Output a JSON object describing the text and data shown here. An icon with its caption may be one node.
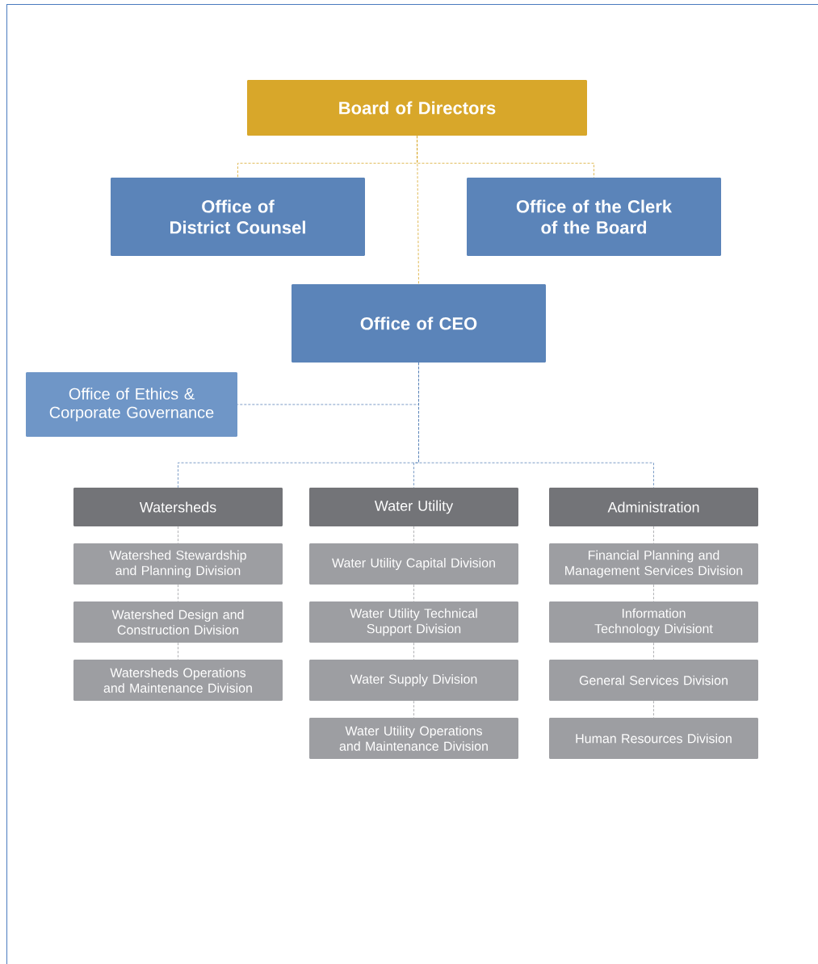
{
  "diagram": {
    "nodes": [
      {
        "text": [
          "Board of Directors"
        ]
      },
      {
        "text": [
          "Office of District Counsel"
        ]
      },
      {
        "text": [
          "Office of the Clerk of the Board"
        ]
      },
      {
        "text": [
          "Office of CEO"
        ]
      },
      {
        "text": [
          "Office of Ethics & Corporate Governance"
        ]
      },
      {
        "text": [
          "Watersheds"
        ]
      },
      {
        "text": [
          "Water Utility"
        ]
      },
      {
        "text": [
          "Administration"
        ]
      },
      {
        "text": [
          "Watershed Stewardship and Planning Division"
        ]
      },
      {
        "text": [
          "Watershed Design and Construction Division"
        ]
      },
      {
        "text": [
          "Watersheds Operations and Maintenance Division"
        ]
      },
      {
        "text": [
          "Water Utility Capital Division"
        ]
      },
      {
        "text": [
          "Water Utility Technical Support Division"
        ]
      },
      {
        "text": [
          "Water Supply Division"
        ]
      },
      {
        "text": [
          "Water Utility Operations and Maintenance Division"
        ]
      },
      {
        "text": [
          "Financial Planning and Management Services Division"
        ]
      },
      {
        "text": [
          "Information Technology Divisiont"
        ]
      },
      {
        "text": [
          "General Services Division"
        ]
      },
      {
        "text": [
          "Human Resources Division"
        ]
      }
    ],
    "edges": [
      {
        "from": 0,
        "to": 1,
        "arrow": "none",
        "style": "dashed",
        "color": "#d8a72a"
      },
      {
        "from": 0,
        "to": 2,
        "arrow": "none",
        "style": "dashed",
        "color": "#d8a72a"
      },
      {
        "from": 0,
        "to": 3,
        "arrow": "none",
        "style": "dashed",
        "color": "#d8a72a"
      },
      {
        "from": 3,
        "to": 4,
        "arrow": "none",
        "style": "dashed",
        "color": "#5b84b9"
      },
      {
        "from": 3,
        "to": 5,
        "arrow": "none",
        "style": "dashed",
        "color": "#5b84b9"
      },
      {
        "from": 3,
        "to": 6,
        "arrow": "none",
        "style": "dashed",
        "color": "#5b84b9"
      },
      {
        "from": 3,
        "to": 7,
        "arrow": "none",
        "style": "dashed",
        "color": "#5b84b9"
      },
      {
        "from": 5,
        "to": 8,
        "arrow": "none",
        "style": "dashed"
      },
      {
        "from": 8,
        "to": 9,
        "arrow": "none",
        "style": "dashed"
      },
      {
        "from": 9,
        "to": 10,
        "arrow": "none",
        "style": "dashed"
      },
      {
        "from": 6,
        "to": 11,
        "arrow": "none",
        "style": "dashed"
      },
      {
        "from": 11,
        "to": 12,
        "arrow": "none",
        "style": "dashed"
      },
      {
        "from": 12,
        "to": 13,
        "arrow": "none",
        "style": "dashed"
      },
      {
        "from": 13,
        "to": 14,
        "arrow": "none",
        "style": "dashed"
      },
      {
        "from": 7,
        "to": 15,
        "arrow": "none",
        "style": "dashed"
      },
      {
        "from": 15,
        "to": 16,
        "arrow": "none",
        "style": "dashed"
      },
      {
        "from": 16,
        "to": 17,
        "arrow": "none",
        "style": "dashed"
      },
      {
        "from": 17,
        "to": 18,
        "arrow": "none",
        "style": "dashed"
      }
    ]
  }
}
